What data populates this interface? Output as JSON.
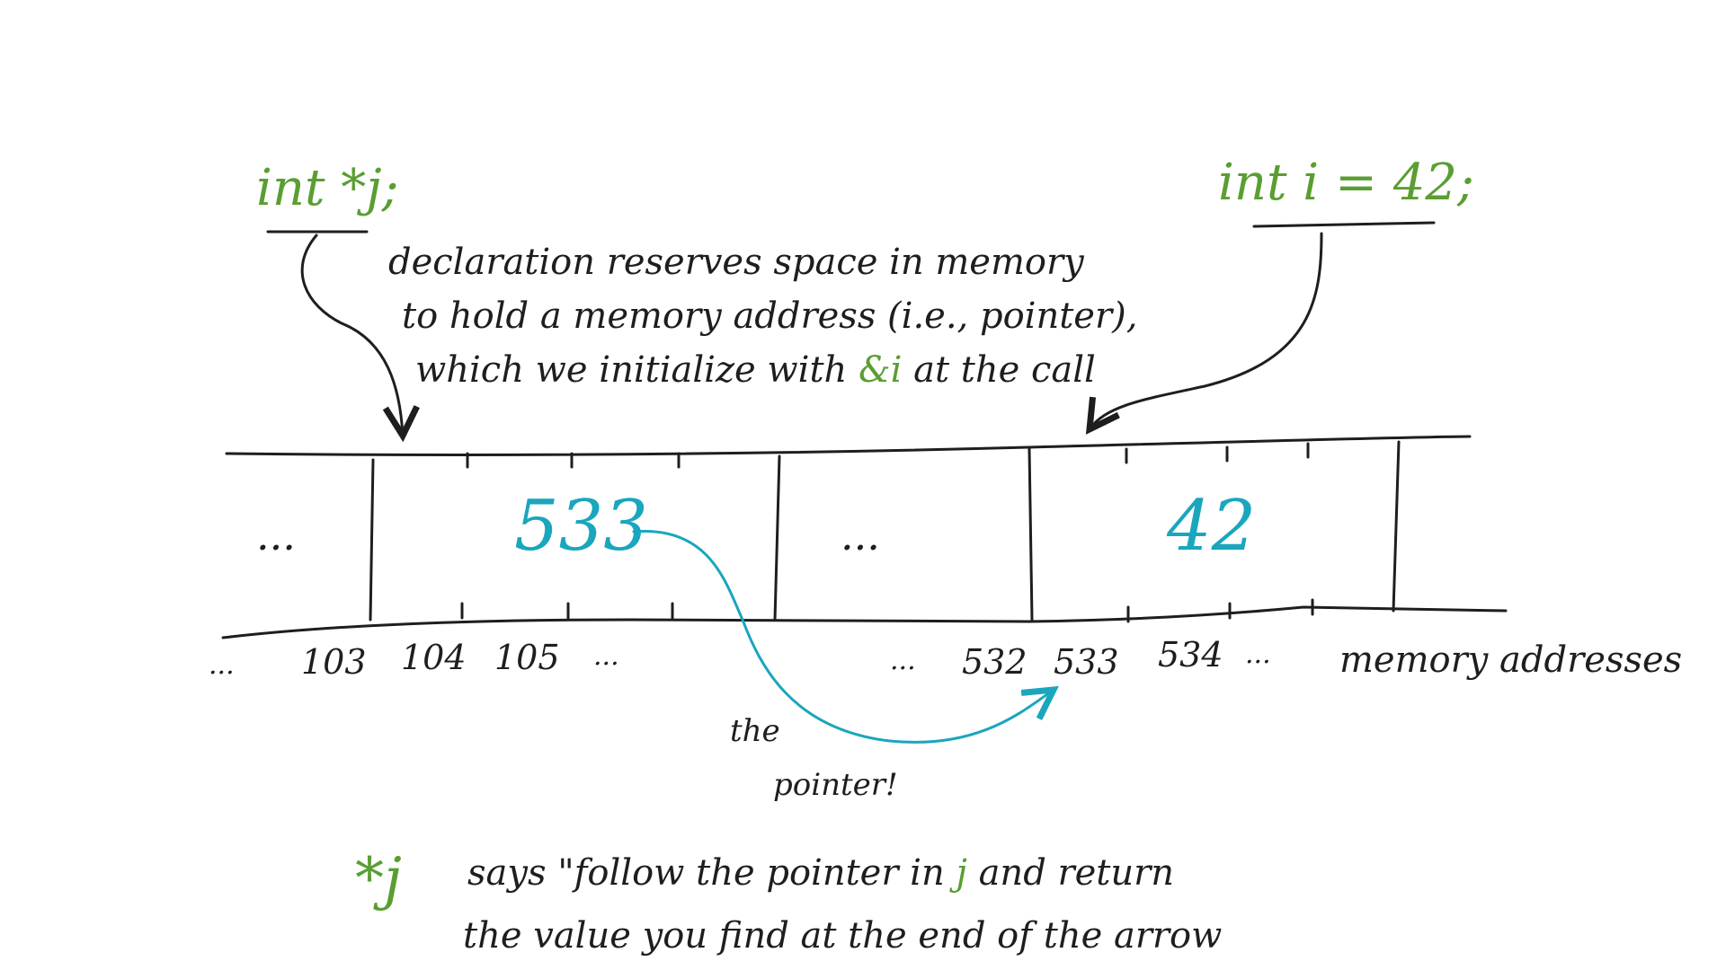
{
  "declarations": {
    "pointer_decl": "int *j;",
    "int_decl": "int i = 42;"
  },
  "note": {
    "line1": "declaration reserves space in memory",
    "line2": "to hold a memory address (i.e., pointer),",
    "line3_pre": "which we initialize with",
    "line3_code": "&i",
    "line3_post": "at the call"
  },
  "memory": {
    "cells": [
      {
        "content": "..."
      },
      {
        "content": "533"
      },
      {
        "content": "..."
      },
      {
        "content": "42"
      }
    ],
    "addresses_left": [
      "...",
      "103",
      "104",
      "105",
      "..."
    ],
    "addresses_right": [
      "...",
      "532",
      "533",
      "534",
      "..."
    ],
    "addresses_label": "memory addresses"
  },
  "pointer_label": {
    "line1": "the",
    "line2": "pointer!"
  },
  "deref": {
    "code": "*j",
    "line1_pre": "says \"follow the pointer in",
    "line1_code": "j",
    "line1_post": "and return",
    "line2": "the value you find at the end of the arrow"
  },
  "colors": {
    "ink": "#1e1e1e",
    "code_green": "#5a9e32",
    "value_cyan": "#1aa6bd"
  }
}
